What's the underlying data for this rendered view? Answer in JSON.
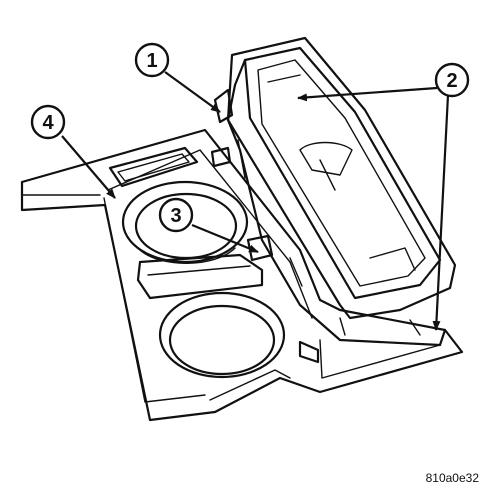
{
  "callouts": [
    {
      "id": "1",
      "label": "1"
    },
    {
      "id": "2",
      "label": "2"
    },
    {
      "id": "3",
      "label": "3"
    },
    {
      "id": "4",
      "label": "4"
    }
  ],
  "figure_code": "810a0e32"
}
